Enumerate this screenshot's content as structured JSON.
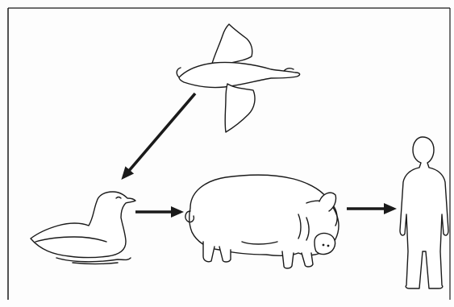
{
  "diagram": {
    "nodes": [
      {
        "id": "flying-bird",
        "icon": "flying-bird-icon"
      },
      {
        "id": "swimming-duck",
        "icon": "duck-icon"
      },
      {
        "id": "pig",
        "icon": "pig-icon"
      },
      {
        "id": "human",
        "icon": "human-silhouette-icon"
      }
    ],
    "edges": [
      {
        "from": "flying-bird",
        "to": "swimming-duck"
      },
      {
        "from": "swimming-duck",
        "to": "pig"
      },
      {
        "from": "pig",
        "to": "human"
      }
    ],
    "colors": {
      "ink": "#1a1a1a",
      "fill": "#ffffff",
      "background": "#fdfdfd"
    }
  }
}
